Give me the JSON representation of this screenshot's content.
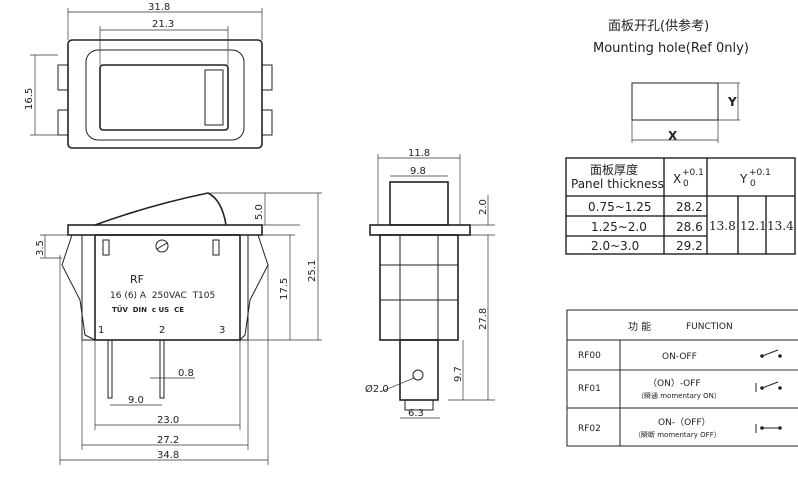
{
  "top_view": {
    "width_outer": "31.8",
    "width_inner": "21.3",
    "height": "16.5"
  },
  "front_view": {
    "rocker_height": "5.0",
    "flange": "3.5",
    "body_height": "17.5",
    "total_height": "25.1",
    "pin_width": "0.8",
    "pin_pitch": "9.0",
    "body_width": "23.0",
    "width_mid": "27.2",
    "width_total": "34.8",
    "model": "RF",
    "rating": "16 (6) A  250VAC  T105",
    "terminals": [
      "1",
      "2",
      "3"
    ],
    "cert_marks": "TÜV  DIN  c US  CE"
  },
  "side_view": {
    "width_outer": "11.8",
    "width_inner": "9.8",
    "flange": "2.0",
    "height": "27.8",
    "terminal_length": "9.7",
    "hole": "Ø2.0",
    "terminal_width": "6.3"
  },
  "mounting": {
    "title_cn": "面板开孔(供参考)",
    "title_en": "Mounting hole(Ref 0nly)",
    "x_label": "X",
    "y_label": "Y"
  },
  "thickness_table": {
    "h_cn": "面板厚度",
    "h_en": "Panel thickness",
    "x_head": "X",
    "y_head": "Y",
    "tol_plus": "+0.1",
    "tol_zero": "0",
    "rows": [
      {
        "t": "0.75~1.25",
        "x": "28.2"
      },
      {
        "t": "1.25~2.0",
        "x": "28.6"
      },
      {
        "t": "2.0~3.0",
        "x": "29.2"
      }
    ],
    "y_values": [
      "13.8",
      "12.1",
      "13.4"
    ]
  },
  "function_table": {
    "h_cn": "功 能",
    "h_en": "FUNCTION",
    "rows": [
      {
        "code": "RF00",
        "fn": "ON-OFF",
        "sub": ""
      },
      {
        "code": "RF01",
        "fn": "（ON）-OFF",
        "sub": "（瞬通  momentary ON）"
      },
      {
        "code": "RF02",
        "fn": "ON-（OFF）",
        "sub": "（瞬断  momentary OFF）"
      }
    ]
  }
}
